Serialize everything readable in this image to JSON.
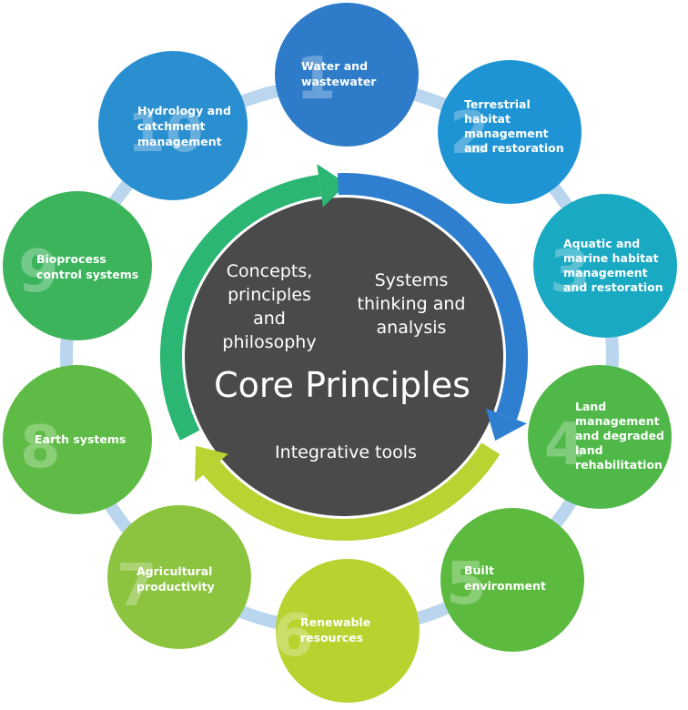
{
  "core": {
    "title": "Core Principles",
    "segments": [
      {
        "lines": [
          "Concepts,",
          "principles",
          "and",
          "philosophy"
        ]
      },
      {
        "lines": [
          "Systems",
          "thinking and",
          "analysis"
        ]
      },
      {
        "lines": [
          "Integrative tools"
        ]
      }
    ],
    "circle_color": "#4a4a4a",
    "arrow_colors": [
      "#2bb673",
      "#2f7fd0",
      "#b7d433"
    ]
  },
  "ring_color": "#b9d6ee",
  "satellites": [
    {
      "number": "1",
      "lines": [
        "Water and",
        "wastewater"
      ],
      "color": "#2e7cc9"
    },
    {
      "number": "2",
      "lines": [
        "Terrestrial",
        "habitat",
        "management",
        "and restoration"
      ],
      "color": "#1f94d4"
    },
    {
      "number": "3",
      "lines": [
        "Aquatic and",
        "marine habitat",
        "management",
        "and restoration"
      ],
      "color": "#1aa9c2"
    },
    {
      "number": "4",
      "lines": [
        "Land",
        "management",
        "and degraded",
        "land",
        "rehabilitation"
      ],
      "color": "#4fb848"
    },
    {
      "number": "5",
      "lines": [
        "Built",
        "environment"
      ],
      "color": "#5cba3f"
    },
    {
      "number": "6",
      "lines": [
        "Renewable",
        "resources"
      ],
      "color": "#b8d230"
    },
    {
      "number": "7",
      "lines": [
        "Agricultural",
        "productivity"
      ],
      "color": "#8cc43f"
    },
    {
      "number": "8",
      "lines": [
        "Earth systems"
      ],
      "color": "#5ebb45"
    },
    {
      "number": "9",
      "lines": [
        "Bioprocess",
        "control systems"
      ],
      "color": "#3cb45c"
    },
    {
      "number": "10",
      "lines": [
        "Hydrology and",
        "catchment",
        "management"
      ],
      "color": "#2a8fd0"
    }
  ]
}
